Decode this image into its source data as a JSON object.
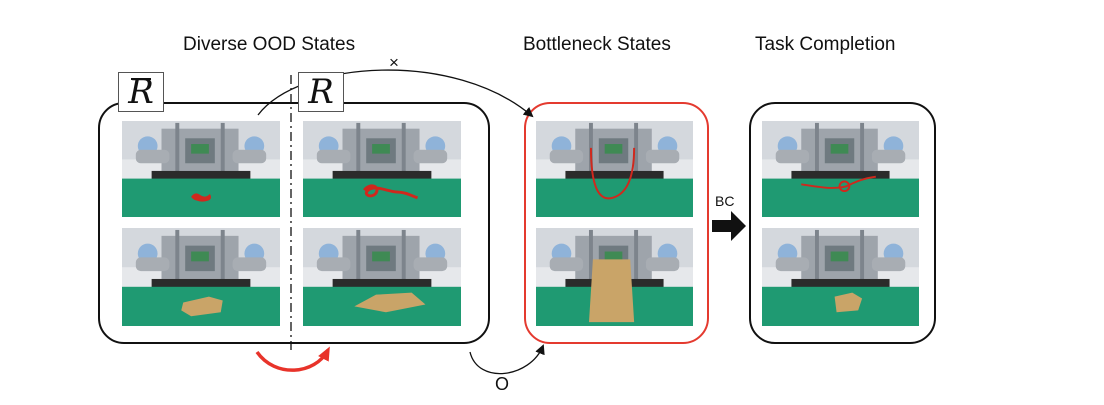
{
  "titles": {
    "ood": "Diverse OOD States",
    "bottleneck": "Bottleneck States",
    "completion": "Task Completion"
  },
  "symbols": {
    "r_bar": "R",
    "r": "R"
  },
  "marks": {
    "cross": "×",
    "circle": "O",
    "bc": "BC"
  },
  "colors": {
    "border": "#111111",
    "highlight_border": "#e43a2f",
    "red_arrow": "#e8332a",
    "table_green": "#1f9a72",
    "rope_red": "#d0281d",
    "cloth_tan": "#c9a468"
  }
}
